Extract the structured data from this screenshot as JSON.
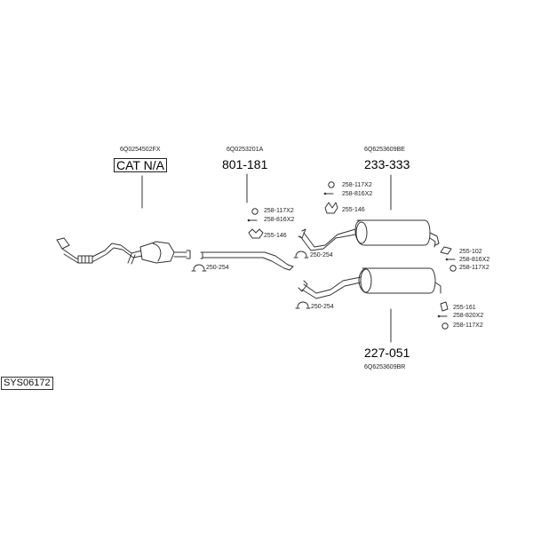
{
  "system_code": "SYS06172",
  "assemblies": {
    "front_pipe": {
      "oe_ref": "6Q0254502FX",
      "part_no": "CAT N/A"
    },
    "middle_pipe": {
      "oe_ref": "6Q0253201A",
      "part_no": "801-181"
    },
    "rear_silencer_upper": {
      "oe_ref": "6Q6253609BE",
      "part_no": "233-333"
    },
    "rear_silencer_lower": {
      "oe_ref": "6Q6253609BR",
      "part_no": "227-051"
    }
  },
  "fittings": {
    "clamp_a": "250-254",
    "clamp_b": "250-254",
    "clamp_c": "250-254",
    "middle_ring": "258-117X2",
    "middle_bolt": "258-816X2",
    "middle_hanger": "255-146",
    "upper_ring": "258-117X2",
    "upper_bolt": "258-816X2",
    "upper_hanger": "255-146",
    "right_hanger": "255-102",
    "right_bolt": "258-816X2",
    "right_ring": "258-117X2",
    "lower_hanger": "255-161",
    "lower_bolt": "258-820X2",
    "lower_ring": "258-117X2"
  }
}
